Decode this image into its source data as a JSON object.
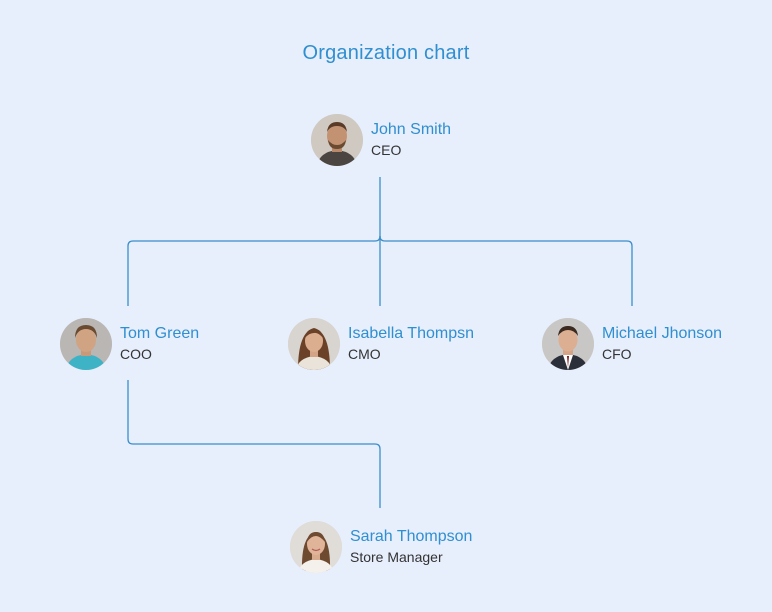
{
  "title": "Organization chart",
  "colors": {
    "background": "#e7eefc",
    "accent": "#2f8fd0",
    "connector": "#3a8fca",
    "role_text": "#333333"
  },
  "nodes": {
    "ceo": {
      "name": "John Smith",
      "role": "CEO",
      "avatar": "avatar-john-smith"
    },
    "coo": {
      "name": "Tom Green",
      "role": "COO",
      "avatar": "avatar-tom-green"
    },
    "cmo": {
      "name": "Isabella Thompsn",
      "role": "CMO",
      "avatar": "avatar-isabella-thompsn"
    },
    "cfo": {
      "name": "Michael Jhonson",
      "role": "CFO",
      "avatar": "avatar-michael-jhonson"
    },
    "store_manager": {
      "name": "Sarah Thompson",
      "role": "Store Manager",
      "avatar": "avatar-sarah-thompson"
    }
  },
  "reporting": [
    {
      "from": "ceo",
      "to": "coo"
    },
    {
      "from": "ceo",
      "to": "cmo"
    },
    {
      "from": "ceo",
      "to": "cfo"
    },
    {
      "from": "coo",
      "to": "store_manager"
    }
  ]
}
